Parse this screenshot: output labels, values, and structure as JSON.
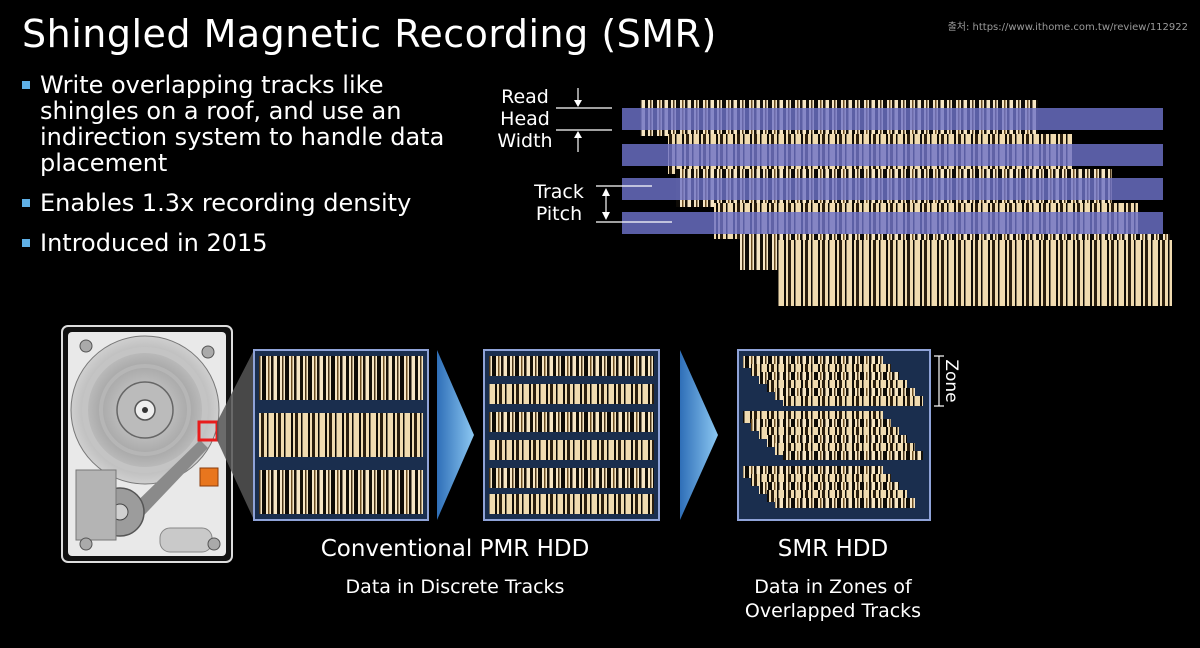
{
  "title": "Shingled Magnetic Recording (SMR)",
  "source": "출처: https://www.ithome.com.tw/review/112922",
  "bullets": [
    "Write overlapping tracks like shingles on a roof, and use an indirection system to handle data placement",
    "Enables 1.3x recording density",
    "Introduced in 2015"
  ],
  "diagram": {
    "read_head_width_label": [
      "Read",
      "Head",
      "Width"
    ],
    "track_pitch_label": [
      "Track",
      "Pitch"
    ],
    "zone_label": "Zone",
    "pmr_title": "Conventional PMR HDD",
    "pmr_subtitle": "Data in Discrete Tracks",
    "smr_title": "SMR HDD",
    "smr_subtitle_line1": "Data in Zones of",
    "smr_subtitle_line2": "Overlapped Tracks"
  },
  "colors": {
    "bullet": "#5fb0e6",
    "head_bar": "#6c72c8",
    "panel_frame": "#8fa3d8",
    "panel_bg": "#1a2e4e",
    "arrow": "#6fb3e8",
    "highlight": "#e81c1c"
  }
}
